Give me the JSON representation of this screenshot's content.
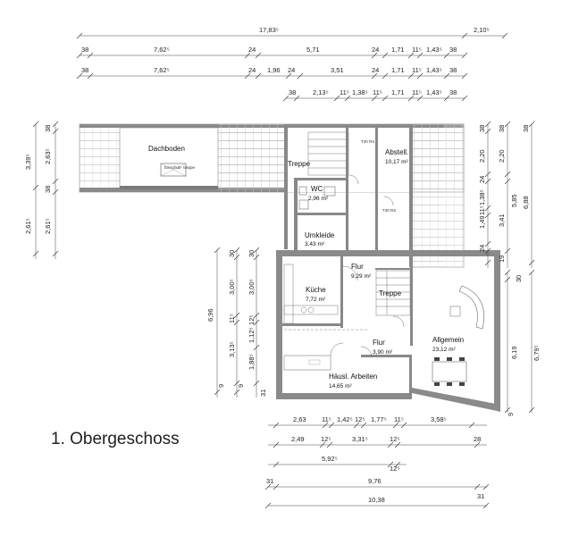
{
  "title": "1. Obergeschoss",
  "rooms": {
    "dachboden": "Dachboden",
    "einschub": "Einschub-\ntreppe",
    "treppe_oben": "Treppe",
    "abstell": "Abstell.",
    "abstell_area": "10,17 m²",
    "t30_top": "T30 RS",
    "t30_mid": "T30 RS",
    "wc": "WC",
    "wc_area": "2,96 m²",
    "umkleide": "Umkleide",
    "umkleide_area": "3,43 m²",
    "flur1": "Flur",
    "flur1_area": "9,29 m²",
    "kueche": "Küche",
    "kueche_area": "7,72 m²",
    "treppe": "Treppe",
    "flur2": "Flur",
    "flur2_area": "3,90 m²",
    "allgemein": "Allgemein",
    "allgemein_area": "23,12 m²",
    "haeusl": "Häusl. Arbeiten",
    "haeusl_area": "14,65 m²"
  },
  "dims": {
    "top_total": "17,83⁵",
    "top_right": "2,10⁵",
    "r1": [
      "38",
      "7,62⁵",
      "24",
      "5,71",
      "24",
      "1,71",
      "11⁵",
      "1,43⁵",
      "38"
    ],
    "r2": [
      "38",
      "7,62⁵",
      "24",
      "1,96",
      "24",
      "3,51",
      "24",
      "1,71",
      "11⁵",
      "1,43⁵",
      "38"
    ],
    "r3": [
      "38",
      "2,13⁵",
      "11⁵",
      "1,38⁵",
      "11⁵",
      "1,71",
      "11⁵",
      "1,43⁵",
      "38"
    ],
    "left_top": [
      "38",
      "2,63⁵",
      "3,39⁵",
      "38",
      "2,61⁵",
      "2,61⁵"
    ],
    "right_top": [
      "38",
      "38",
      "38",
      "2,20",
      "2,20",
      "24",
      "1,38⁵",
      "1,49",
      "11⁵",
      "3,41",
      "5,85",
      "6,88",
      "24",
      "19"
    ],
    "left_low": [
      "30",
      "30",
      "3,00⁵",
      "3,00⁵",
      "6,96",
      "11⁵",
      "12⁵",
      "1,12⁵",
      "3,13⁵",
      "1,88⁵",
      "9",
      "9",
      "31"
    ],
    "right_low": [
      "30",
      "6,19",
      "6,79⁵",
      "9"
    ],
    "bottom1": [
      "2,63",
      "11⁵",
      "1,42⁵",
      "12⁵",
      "1,77⁵",
      "11⁵",
      "3,58⁵"
    ],
    "bottom2": [
      "2,49",
      "12⁵",
      "3,31⁵",
      "12⁵",
      "28"
    ],
    "bottom3": [
      "5,92⁵",
      "12⁵"
    ],
    "bottom4": [
      "31",
      "9,76",
      "31"
    ],
    "bottom5": "10,38"
  }
}
